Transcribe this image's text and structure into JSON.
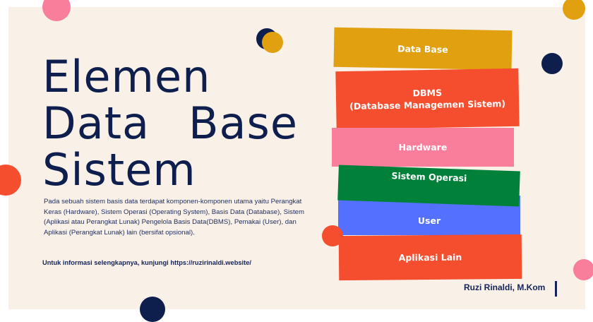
{
  "title": {
    "line1": "Elemen",
    "line2a": "Data",
    "line2b": "Base",
    "line3": "Sistem"
  },
  "description": "Pada sebuah sistem basis data terdapat komponen-komponen utama yaitu Perangkat Keras (Hardware), Sistem Operasi (Operating System), Basis Data (Database), Sistem (Aplikasi atau Perangkat Lunak) Pengelola Basis Data(DBMS), Pemakai (User), dan Aplikasi (Perangkat Lunak) lain (bersifat opsional).",
  "info_link": "Untuk informasi selengkapnya, kunjungi  https://ruzirinaldi.website/",
  "blocks": [
    {
      "label": "Data Base",
      "color": "#e0a00f"
    },
    {
      "label": "DBMS",
      "label2": "(Database Managemen Sistem)",
      "color": "#f44e2e"
    },
    {
      "label": "Hardware",
      "color": "#f97e9c"
    },
    {
      "label": "Sistem Operasi",
      "color": "#01803a"
    },
    {
      "label": "User",
      "color": "#5470fe"
    },
    {
      "label": "Aplikasi Lain",
      "color": "#f44e2e"
    }
  ],
  "author": "Ruzi Rinaldi, M.Kom",
  "colors": {
    "navy": "#0e1f4e",
    "background": "#f9f0e8"
  }
}
